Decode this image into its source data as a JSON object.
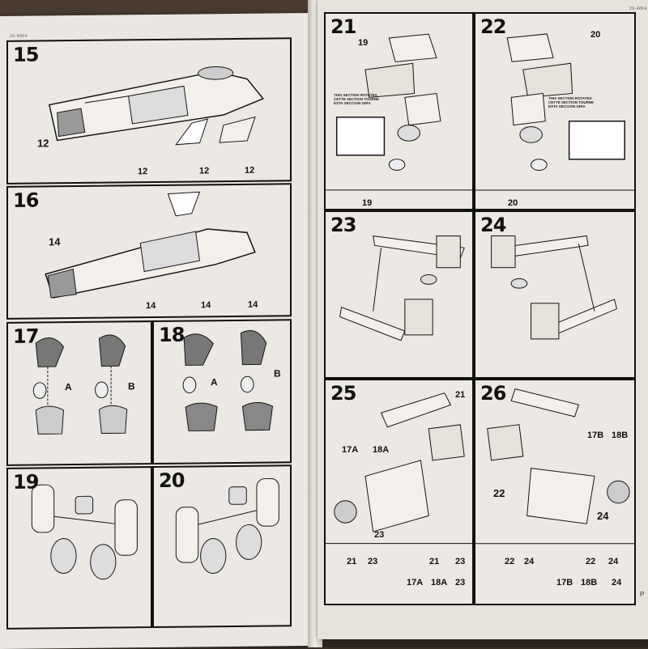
{
  "left_page": {
    "code": "20-4864",
    "steps": [
      {
        "number": "15",
        "part_label": "12",
        "sequence": [
          "12",
          "12",
          "12"
        ]
      },
      {
        "number": "16",
        "part_label": "14",
        "sequence": [
          "14",
          "14",
          "14"
        ]
      },
      {
        "number": "17",
        "labels": [
          "A",
          "B"
        ]
      },
      {
        "number": "18",
        "labels": [
          "A",
          "B"
        ]
      },
      {
        "number": "19"
      },
      {
        "number": "20"
      }
    ]
  },
  "right_page": {
    "code": "20-4864",
    "steps": [
      {
        "number": "21",
        "part_label": "19",
        "section_note": [
          "THIS SECTION ROTATES",
          "CETTE SECTION TOURNE",
          "ESTA SECCION GIRA"
        ],
        "sequence": [
          "19"
        ]
      },
      {
        "number": "22",
        "part_label": "20",
        "section_note": [
          "THIS SECTION ROTATES",
          "CETTE SECTION TOURNE",
          "ESTA SECCION GIRA"
        ],
        "sequence": [
          "20"
        ]
      },
      {
        "number": "23"
      },
      {
        "number": "24"
      },
      {
        "number": "25",
        "labels": [
          "21",
          "17A",
          "18A",
          "23"
        ],
        "sequence_line1": [
          "21",
          "23",
          "21",
          "23"
        ],
        "sequence_line2": [
          "17A",
          "18A",
          "23"
        ]
      },
      {
        "number": "26",
        "labels": [
          "17B",
          "18B",
          "22",
          "24"
        ],
        "sequence_line1": [
          "22",
          "24",
          "22",
          "24"
        ],
        "sequence_line2": [
          "17B",
          "18B",
          "24"
        ]
      }
    ],
    "page_mark": "P"
  }
}
